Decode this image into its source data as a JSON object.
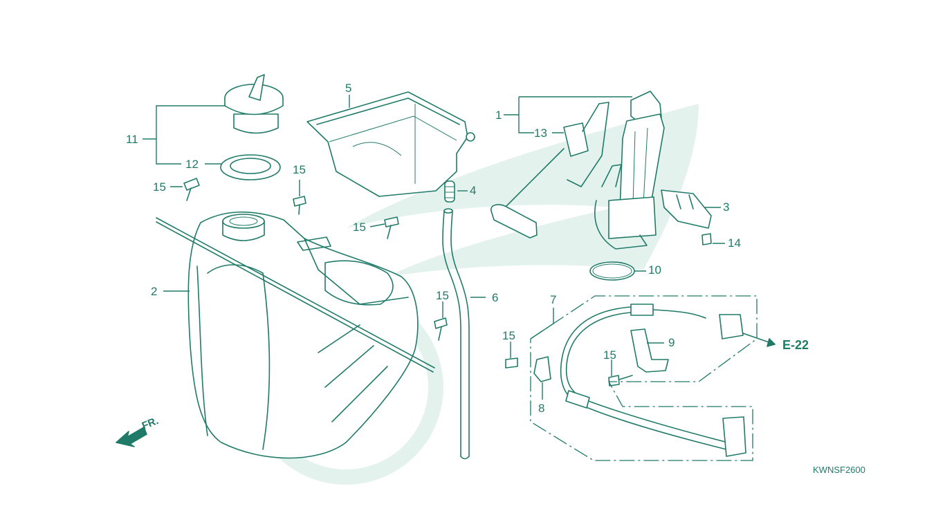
{
  "callouts": {
    "c1": "1",
    "c2": "2",
    "c3": "3",
    "c4": "4",
    "c5": "5",
    "c6": "6",
    "c7": "7",
    "c8": "8",
    "c9": "9",
    "c10": "10",
    "c11": "11",
    "c12": "12",
    "c13": "13",
    "c14": "14",
    "c15a": "15",
    "c15b": "15",
    "c15c": "15",
    "c15d": "15",
    "c15e": "15",
    "c15f": "15"
  },
  "reference": "E-22",
  "diagram_code": "KWNSF2600",
  "direction_label": "FR.",
  "colors": {
    "line": "#1f7a68",
    "watermark": "#e3f2ec",
    "background": "#ffffff"
  }
}
